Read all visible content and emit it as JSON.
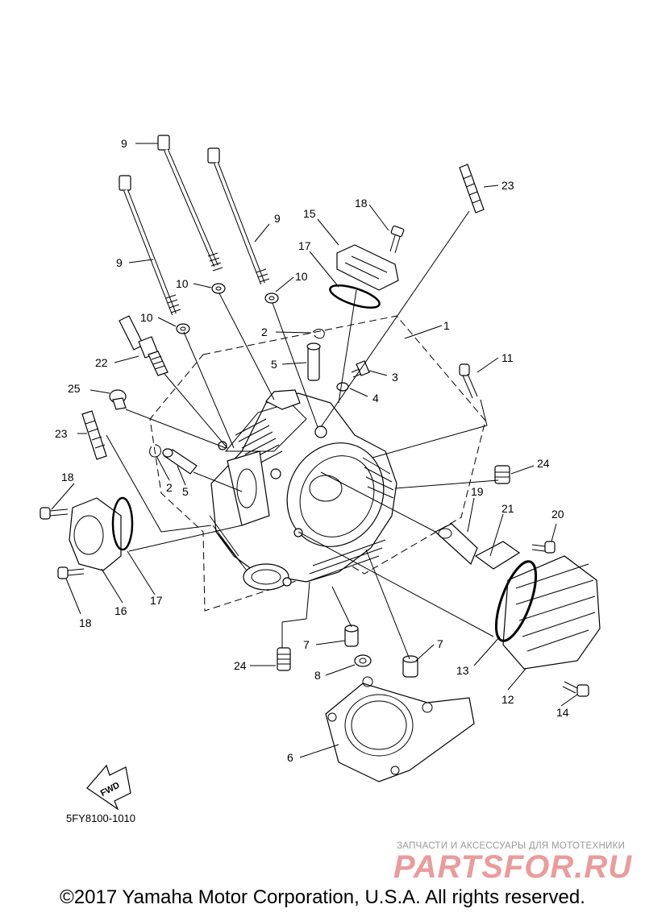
{
  "diagram": {
    "part_code": "5FY8100-1010",
    "fwd_label": "FWD",
    "callouts": [
      {
        "id": "c9a",
        "text": "9"
      },
      {
        "id": "c9b",
        "text": "9"
      },
      {
        "id": "c9c",
        "text": "9"
      },
      {
        "id": "c10a",
        "text": "10"
      },
      {
        "id": "c10b",
        "text": "10"
      },
      {
        "id": "c10c",
        "text": "10"
      },
      {
        "id": "c23a",
        "text": "23"
      },
      {
        "id": "c23b",
        "text": "23"
      },
      {
        "id": "c18a",
        "text": "18"
      },
      {
        "id": "c18b",
        "text": "18"
      },
      {
        "id": "c18c",
        "text": "18"
      },
      {
        "id": "c15",
        "text": "15"
      },
      {
        "id": "c17a",
        "text": "17"
      },
      {
        "id": "c17b",
        "text": "17"
      },
      {
        "id": "c1",
        "text": "1"
      },
      {
        "id": "c2a",
        "text": "2"
      },
      {
        "id": "c2b",
        "text": "2"
      },
      {
        "id": "c3",
        "text": "3"
      },
      {
        "id": "c4",
        "text": "4"
      },
      {
        "id": "c5a",
        "text": "5"
      },
      {
        "id": "c5b",
        "text": "5"
      },
      {
        "id": "c22",
        "text": "22"
      },
      {
        "id": "c25",
        "text": "25"
      },
      {
        "id": "c11",
        "text": "11"
      },
      {
        "id": "c24a",
        "text": "24"
      },
      {
        "id": "c24b",
        "text": "24"
      },
      {
        "id": "c19",
        "text": "19"
      },
      {
        "id": "c21",
        "text": "21"
      },
      {
        "id": "c20",
        "text": "20"
      },
      {
        "id": "c16",
        "text": "16"
      },
      {
        "id": "c7a",
        "text": "7"
      },
      {
        "id": "c7b",
        "text": "7"
      },
      {
        "id": "c8",
        "text": "8"
      },
      {
        "id": "c13",
        "text": "13"
      },
      {
        "id": "c12",
        "text": "12"
      },
      {
        "id": "c14",
        "text": "14"
      },
      {
        "id": "c6",
        "text": "6"
      }
    ]
  },
  "watermark": {
    "tagline": "ЗАПЧАСТИ И АКСЕССУАРЫ ДЛЯ МОТОТЕХНИКИ",
    "logo": "PARTSFOR.RU"
  },
  "copyright": "©2017 Yamaha Motor Corporation, U.S.A. All rights reserved."
}
